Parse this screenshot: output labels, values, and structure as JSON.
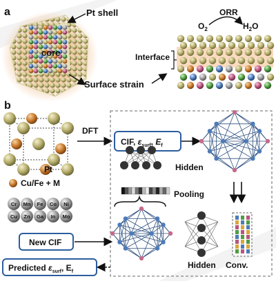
{
  "panel_a": {
    "label": "a",
    "pt_shell": "Pt shell",
    "core": "core",
    "surface_strain": "Surface strain",
    "interface": "Interface",
    "reaction": {
      "reactant": "O",
      "reactant_sub": "2",
      "process": "ORR",
      "product_pre": "H",
      "product_sub": "2",
      "product_post": "O"
    }
  },
  "panel_b": {
    "label": "b",
    "pt_label": "Pt",
    "cufe_label": "Cu/Fe + M",
    "elements_row1": [
      "Cr",
      "Mn",
      "Fe",
      "Co",
      "Ni"
    ],
    "elements_row2": [
      "Cu",
      "Zn",
      "Ga",
      "In",
      "Mo"
    ],
    "dft": "DFT",
    "cif_box": {
      "cif": "CIF, ",
      "eps": "ε",
      "eps_sub": "surf",
      "sep": ", ",
      "e": "E",
      "e_sub": "f"
    },
    "hidden_top": "Hidden",
    "pooling": "Pooling",
    "new_cif": "New CIF",
    "predicted": {
      "text": "Predicted ",
      "eps": "ε",
      "eps_sub": "surf",
      "rest": ", E",
      "e_sub": "f"
    },
    "hidden_bottom": "Hidden",
    "conv": "Conv."
  },
  "colors": {
    "accent_blue": "#2c5d9e",
    "pt_gold": "#b5ac6a",
    "cu_orange": "#c8782a",
    "grey_atom": "#9a9a9a",
    "node_blue": "#4d7bb8",
    "node_pink": "#c46a8a",
    "dark_node": "#333333"
  }
}
